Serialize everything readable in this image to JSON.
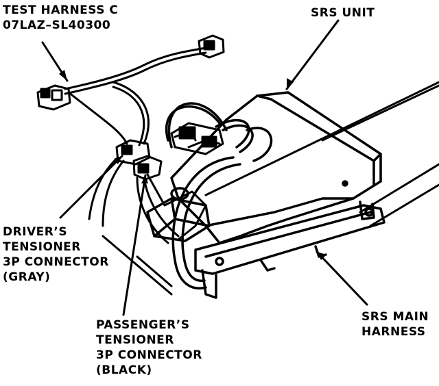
{
  "labels": {
    "test_harness": {
      "line1": "TEST HARNESS C",
      "line2": "07LAZ–SL40300"
    },
    "srs_unit": "SRS UNIT",
    "drivers_tensioner": {
      "line1": "DRIVER’S",
      "line2": "TENSIONER",
      "line3": "3P CONNECTOR",
      "line4": "(GRAY)"
    },
    "passengers_tensioner": {
      "line1": "PASSENGER’S",
      "line2": "TENSIONER",
      "line3": "3P CONNECTOR",
      "line4": "(BLACK)"
    },
    "srs_main_harness": {
      "line1": "SRS MAIN",
      "line2": "HARNESS"
    }
  },
  "colors": {
    "ink": "#000000",
    "paper": "#ffffff"
  }
}
